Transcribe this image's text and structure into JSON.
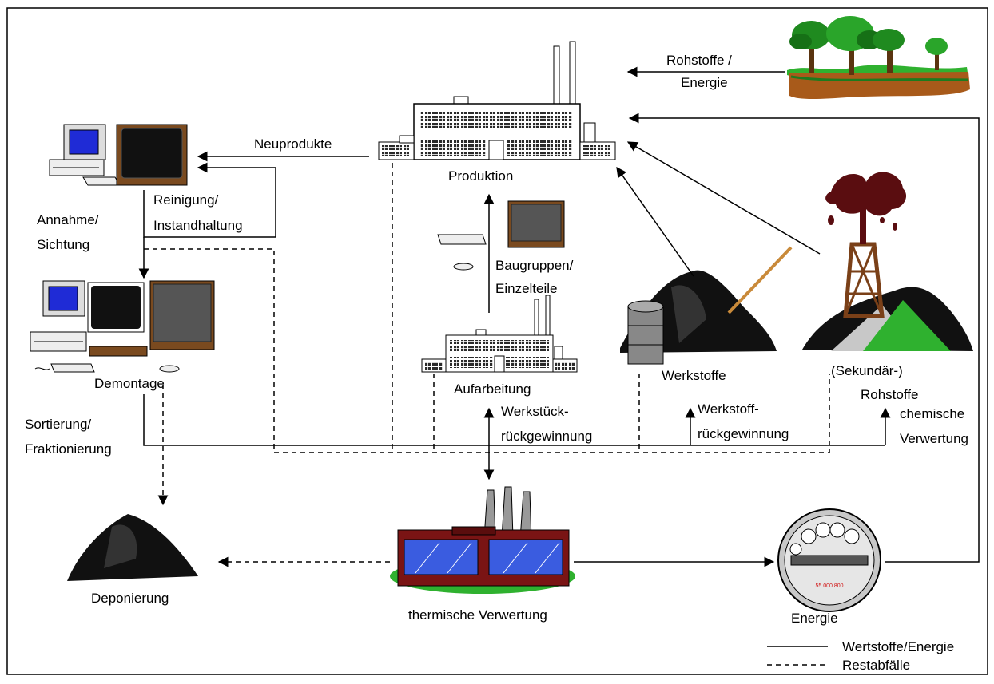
{
  "labels": {
    "rohstoffe_energie_line1": "Rohstoffe /",
    "rohstoffe_energie_line2": "Energie",
    "neuprodukte": "Neuprodukte",
    "produktion": "Produktion",
    "reinigung_line1": "Reinigung/",
    "reinigung_line2": "Instandhaltung",
    "annahme_line1": "Annahme/",
    "annahme_line2": "Sichtung",
    "baugruppen_line1": "Baugruppen/",
    "baugruppen_line2": "Einzelteile",
    "demontage": "Demontage",
    "aufarbeitung": "Aufarbeitung",
    "werkstoffe": "Werkstoffe",
    "sekundaer_line1": "(Sekundär-)",
    "sekundaer_line2": "Rohstoffe",
    "werkstueck_line1": "Werkstück-",
    "werkstueck_line2": "rückgewinnung",
    "werkstoff_line1": "Werkstoff-",
    "werkstoff_line2": "rückgewinnung",
    "chemische_line1": "chemische",
    "chemische_line2": "Verwertung",
    "sortierung_line1": "Sortierung/",
    "sortierung_line2": "Fraktionierung",
    "deponierung": "Deponierung",
    "thermische": "thermische Verwertung",
    "energie": "Energie",
    "meter_reading": "55 000 800"
  },
  "legend": {
    "solid": "Wertstoffe/Energie",
    "dashed": "Restabfälle"
  },
  "colors": {
    "screen_blue": "#1f2bd6",
    "tv_brown": "#7a4a1f",
    "oil_red": "#5a0d10",
    "green_land": "#2fb12f",
    "soil_brown": "#a85a1a",
    "plant_glass": "#3a5ce0",
    "plant_wall": "#7a1414"
  }
}
